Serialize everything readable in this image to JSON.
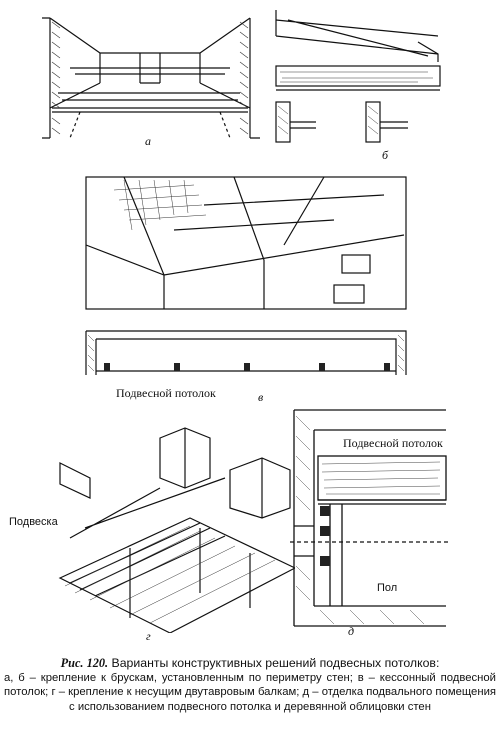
{
  "figure": {
    "panel_labels": {
      "a": "а",
      "b": "б",
      "v": "в",
      "g": "г",
      "d": "д"
    },
    "labels": {
      "podvesnoy_v": "Подвесной потолок",
      "podvesnoy_d": "Подвесной потолок",
      "podveska": "Подвеска",
      "pol": "Пол"
    }
  },
  "caption": {
    "fig_number": "Рис. 120.",
    "title": "Варианты конструктивных решений подвесных потолков:",
    "body": "а, б – крепление к брускам, установленным по периметру стен; в – кессонный подвесной потолок; г – крепление к несущим двутавровым балкам; д – отделка подвального помещения с использованием подвесного потолка и деревянной облицовки стен"
  }
}
